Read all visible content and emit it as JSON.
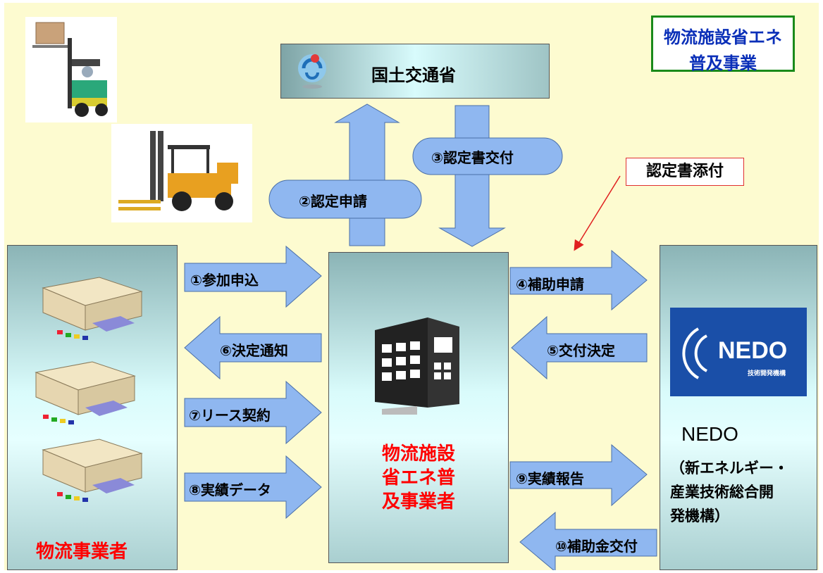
{
  "title_box": {
    "line1": "物流施設省エネ",
    "line2": "普及事業"
  },
  "ministry": {
    "label": "国土交通省"
  },
  "logistics_operator": {
    "label": "物流事業者"
  },
  "center": {
    "line1": "物流施設",
    "line2": "省エネ普",
    "line3": "及事業者"
  },
  "nedo": {
    "logo_text": "NEDO",
    "logo_sub": "技術開発機構",
    "name": "NEDO",
    "desc_line1": "（新エネルギー・",
    "desc_line2": "産業技術総合開",
    "desc_line3": "発機構）"
  },
  "callout": {
    "label": "認定書添付"
  },
  "steps": {
    "s1": "①参加申込",
    "s2": "②認定申請",
    "s3": "③認定書交付",
    "s4": "④補助申請",
    "s5": "⑤交付決定",
    "s6": "⑥決定通知",
    "s7": "⑦リース契約",
    "s8": "⑧実績データ",
    "s9": "⑨実績報告",
    "s10": "⑩補助金交付"
  },
  "colors": {
    "canvas_bg": "#fdfbd0",
    "arrow_fill": "#8fb7f0",
    "title_box_border": "#1a8a1a",
    "title_text": "#0a2fb8",
    "highlight_text": "#ff0000"
  },
  "icons": [
    "forklift-photo-1",
    "forklift-photo-2",
    "ministry-logo",
    "building-icon",
    "warehouse-icon",
    "nedo-logo"
  ]
}
